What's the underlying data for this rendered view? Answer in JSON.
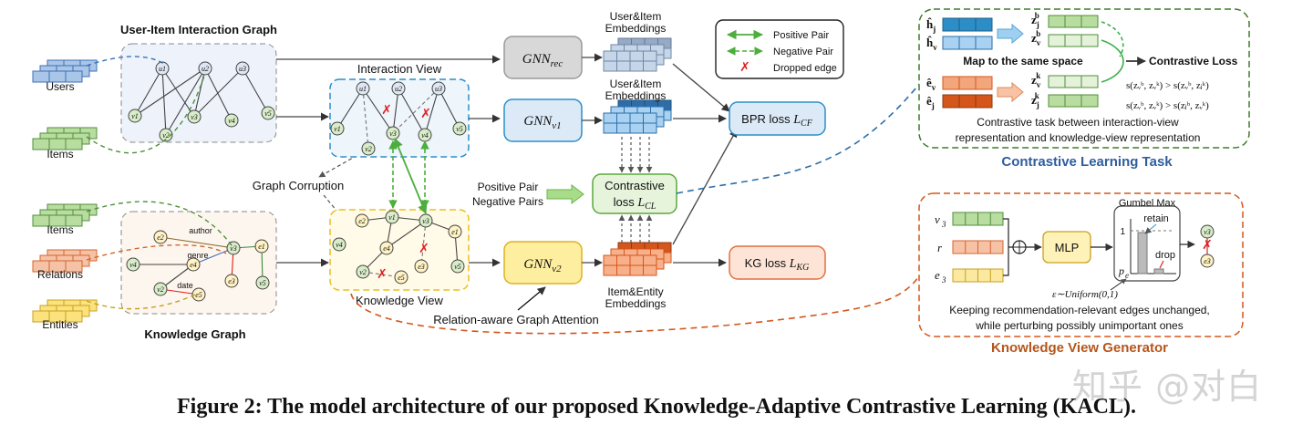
{
  "left": {
    "ui_graph_title": "User-Item Interaction Graph",
    "users_label": "Users",
    "items_label": "Items",
    "items2_label": "Items",
    "relations_label": "Relations",
    "entities_label": "Entities",
    "kg_title": "Knowledge Graph",
    "graph_corruption": "Graph Corruption",
    "edge_author": "author",
    "edge_genre": "genre",
    "edge_date": "date"
  },
  "nodes": {
    "u1": "u1",
    "u2": "u2",
    "u3": "u3",
    "v1": "v1",
    "v2": "v2",
    "v3": "v3",
    "v4": "v4",
    "v5": "v5",
    "e1": "e1",
    "e2": "e2",
    "e3": "e3",
    "e4": "e4",
    "e5": "e5"
  },
  "middle": {
    "interaction_view": "Interaction View",
    "knowledge_view": "Knowledge View",
    "relation_attention": "Relation-aware Graph Attention",
    "positive_pair": "Positive Pair",
    "negative_pairs": "Negative Pairs",
    "gnn_rec": "GNN_rec",
    "gnn_v1": "GNN_v1",
    "gnn_v2": "GNN_v2",
    "ui_embeddings_1": "User&Item\nEmbeddings",
    "ui_embeddings_2": "User&Item\nEmbeddings",
    "ie_embeddings": "Item&Entity\nEmbeddings",
    "contrastive_loss": "Contrastive\nloss L_CL",
    "bpr_loss": "BPR loss L_CF",
    "kg_loss": "KG loss L_KG"
  },
  "legend": {
    "positive": "Positive Pair",
    "negative": "Negative Pair",
    "dropped": "Dropped edge"
  },
  "cl_task": {
    "title": "Contrastive Learning Task",
    "map_same_space": "Map to the same space",
    "contrastive_loss": "Contrastive Loss",
    "h_j": "ĥ_j",
    "h_v": "ĥ_v",
    "e_v": "ê_v",
    "e_j": "ê_j",
    "z_j_b": "z_j^b",
    "z_v_b": "z_v^b",
    "z_v_k": "z_v^k",
    "z_j_k": "z_j^k",
    "ineq1": "s(z_v^b, z_v^k) > s(z_v^b, z_j^k)",
    "ineq2": "s(z_v^b, z_v^k) > s(z_j^b, z_v^k)",
    "desc_line1": "Contrastive task between interaction-view",
    "desc_line2": "representation and knowledge-view representation"
  },
  "kv_gen": {
    "title": "Knowledge View Generator",
    "gumbel": "Gumbel Max",
    "retain": "retain",
    "drop": "drop",
    "mlp": "MLP",
    "v3": "v3",
    "r": "r",
    "e3": "e3",
    "pe": "p_e",
    "one": "1",
    "epsilon": "ε∼Uniform(0,1)",
    "desc_line1": "Keeping recommendation-relevant edges unchanged,",
    "desc_line2": "while perturbing possibly unimportant ones"
  },
  "caption": "Figure 2: The model architecture of our proposed Knowledge-Adaptive Contrastive Learning (KACL).",
  "watermark": "知乎 @对白",
  "colors": {
    "blue_fill": "#a9c6e8",
    "blue_stroke": "#3d6fb3",
    "green_fill": "#b9dca0",
    "green_stroke": "#4f8f3a",
    "orange_fill": "#f6c2a6",
    "orange_stroke": "#d4652f",
    "yellow_fill": "#fbe27d",
    "yellow_stroke": "#c8a020",
    "dark_blue": "#2d6ea8",
    "dark_orange": "#d4561c",
    "title_blue": "#2e5e9e",
    "title_orange": "#b5561c",
    "green_arrow": "#4cae3c",
    "red": "#e02020"
  }
}
